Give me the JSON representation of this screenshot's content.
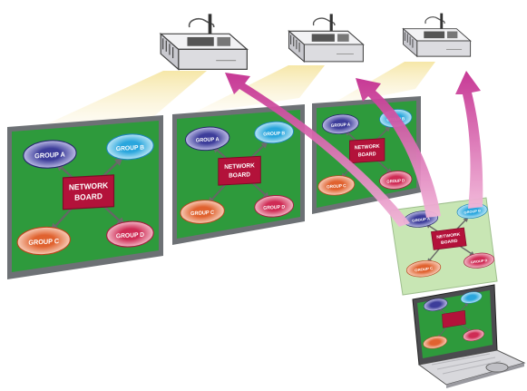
{
  "diagram": {
    "center_label_line1": "NETWORK",
    "center_label_line2": "BOARD",
    "groups": [
      "GROUP A",
      "GROUP B",
      "GROUP C",
      "GROUP D"
    ]
  },
  "colors": {
    "screen_green": "#2e9a3c",
    "screen_frame": "#6d7175",
    "light_beam": "#f3e2a0",
    "network_board": "#b3123a",
    "arrow_magenta": "#cc3f9b",
    "group_a": "#3d3d9a",
    "group_b": "#37b5e6",
    "group_c": "#e96a3a",
    "group_d": "#d8325a",
    "projector_body": "#e7e7ea"
  },
  "icons": [
    "projector-icon",
    "laptop-icon",
    "ceiling-mount-icon"
  ]
}
